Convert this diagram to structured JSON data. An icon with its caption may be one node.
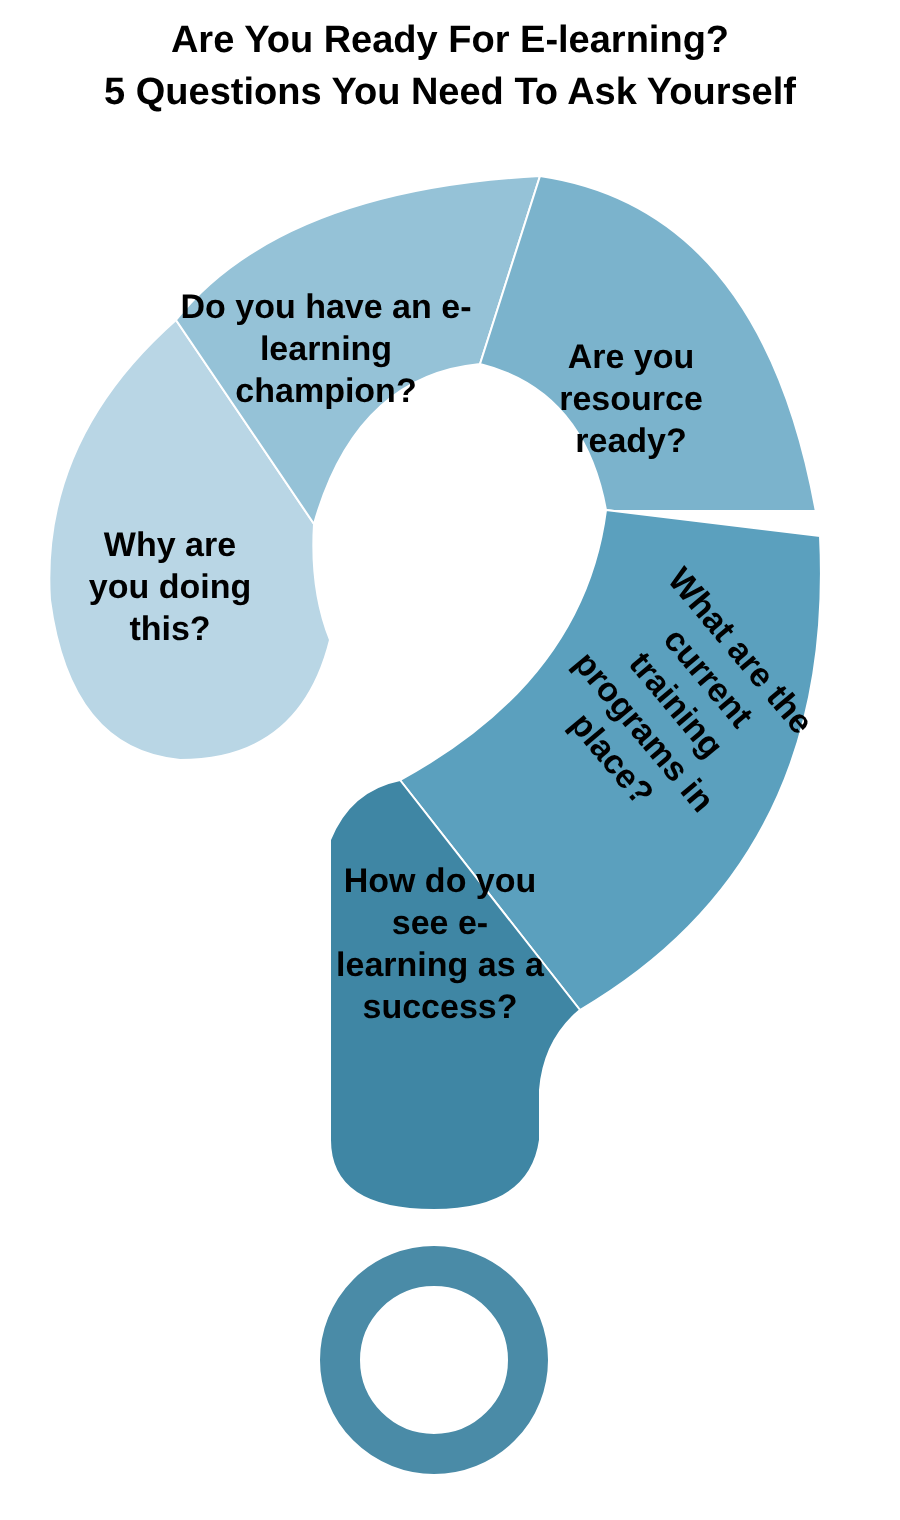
{
  "diagram": {
    "title": "Are You Ready For E-learning? 5 Questions You Need To Ask Yourself",
    "nodes": [
      {
        "text": [
          "Why are you doing this?"
        ]
      },
      {
        "text": [
          "Do you have an e-learning champion?"
        ]
      },
      {
        "text": [
          "Are you resource ready?"
        ]
      },
      {
        "text": [
          "What are the current training programs in place?"
        ]
      },
      {
        "text": [
          "How do you see e-learning as a success?"
        ]
      },
      {
        "text": [],
        "shape": "circle"
      }
    ]
  }
}
